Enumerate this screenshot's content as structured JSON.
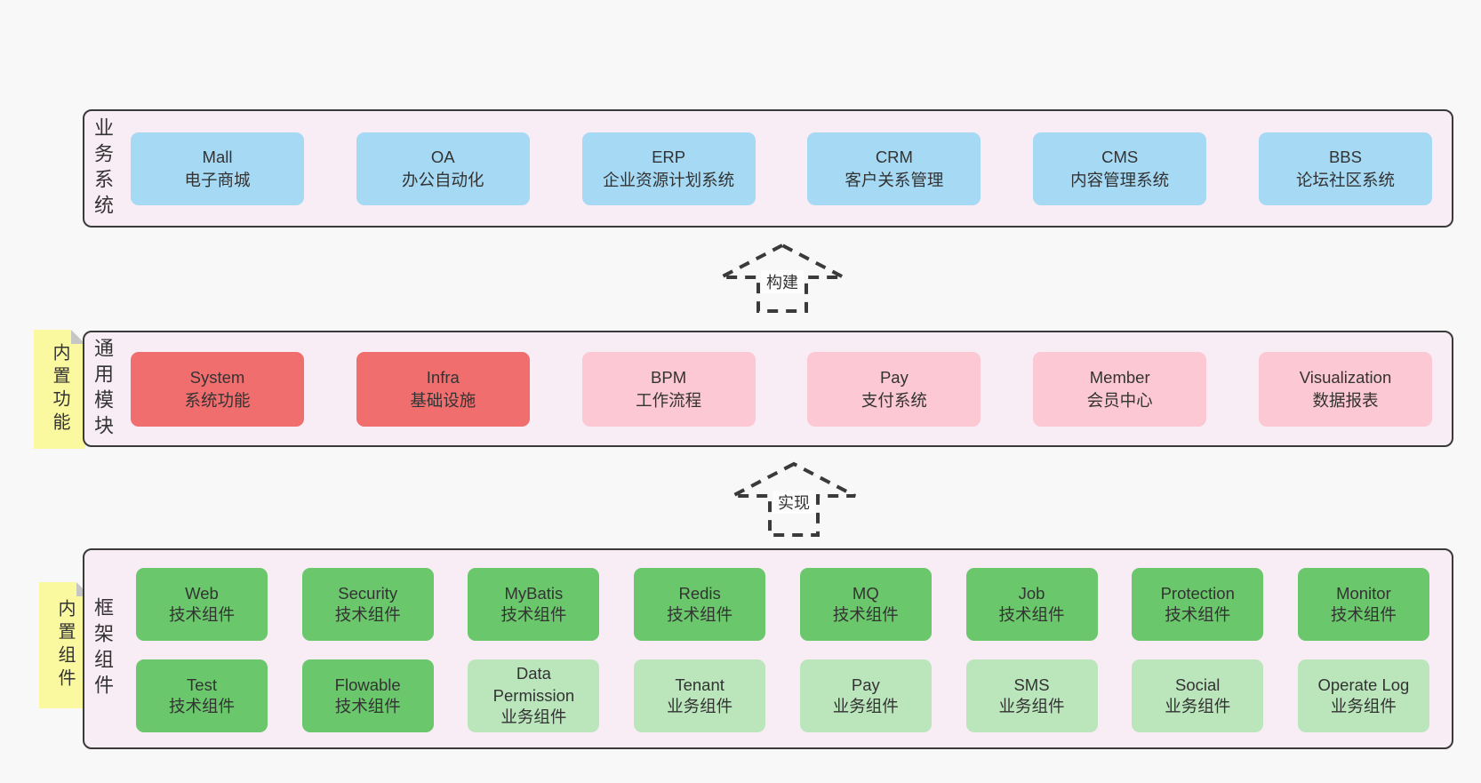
{
  "colors": {
    "page_bg": "#f8f8f8",
    "band_bg": "#f8ecf5",
    "band_border": "#3a3a3a",
    "blue": "#a6d9f4",
    "red": "#f16e6e",
    "pink": "#fcc8d3",
    "green_dark": "#6ac76b",
    "green_light": "#bbe6bc",
    "sticky": "#fbf99f",
    "sticky_fold": "#c6c6c6",
    "text": "#333333"
  },
  "bands": [
    {
      "key": "business-systems",
      "label": "业务系统",
      "boxes": [
        {
          "name": "Mall",
          "desc": "电子商城",
          "variant": "blue"
        },
        {
          "name": "OA",
          "desc": "办公自动化",
          "variant": "blue"
        },
        {
          "name": "ERP",
          "desc": "企业资源计划系统",
          "variant": "blue"
        },
        {
          "name": "CRM",
          "desc": "客户关系管理",
          "variant": "blue"
        },
        {
          "name": "CMS",
          "desc": "内容管理系统",
          "variant": "blue"
        },
        {
          "name": "BBS",
          "desc": "论坛社区系统",
          "variant": "blue"
        }
      ]
    },
    {
      "key": "common-modules",
      "label": "通用模块",
      "sticky": "内置功能",
      "boxes": [
        {
          "name": "System",
          "desc": "系统功能",
          "variant": "red"
        },
        {
          "name": "Infra",
          "desc": "基础设施",
          "variant": "red"
        },
        {
          "name": "BPM",
          "desc": "工作流程",
          "variant": "pink"
        },
        {
          "name": "Pay",
          "desc": "支付系统",
          "variant": "pink"
        },
        {
          "name": "Member",
          "desc": "会员中心",
          "variant": "pink"
        },
        {
          "name": "Visualization",
          "desc": "数据报表",
          "variant": "pink"
        }
      ]
    },
    {
      "key": "framework-components",
      "label": "框架组件",
      "sticky": "内置组件",
      "rows": [
        [
          {
            "name": "Web",
            "desc": "技术组件",
            "variant": "green_dark"
          },
          {
            "name": "Security",
            "desc": "技术组件",
            "variant": "green_dark"
          },
          {
            "name": "MyBatis",
            "desc": "技术组件",
            "variant": "green_dark"
          },
          {
            "name": "Redis",
            "desc": "技术组件",
            "variant": "green_dark"
          },
          {
            "name": "MQ",
            "desc": "技术组件",
            "variant": "green_dark"
          },
          {
            "name": "Job",
            "desc": "技术组件",
            "variant": "green_dark"
          },
          {
            "name": "Protection",
            "desc": "技术组件",
            "variant": "green_dark"
          },
          {
            "name": "Monitor",
            "desc": "技术组件",
            "variant": "green_dark"
          }
        ],
        [
          {
            "name": "Test",
            "desc": "技术组件",
            "variant": "green_dark"
          },
          {
            "name": "Flowable",
            "desc": "技术组件",
            "variant": "green_dark"
          },
          {
            "name": "Data Permission",
            "desc": "业务组件",
            "variant": "green_light"
          },
          {
            "name": "Tenant",
            "desc": "业务组件",
            "variant": "green_light"
          },
          {
            "name": "Pay",
            "desc": "业务组件",
            "variant": "green_light"
          },
          {
            "name": "SMS",
            "desc": "业务组件",
            "variant": "green_light"
          },
          {
            "name": "Social",
            "desc": "业务组件",
            "variant": "green_light"
          },
          {
            "name": "Operate Log",
            "desc": "业务组件",
            "variant": "green_light"
          }
        ]
      ]
    }
  ],
  "arrows": [
    {
      "label": "构建"
    },
    {
      "label": "实现"
    }
  ]
}
